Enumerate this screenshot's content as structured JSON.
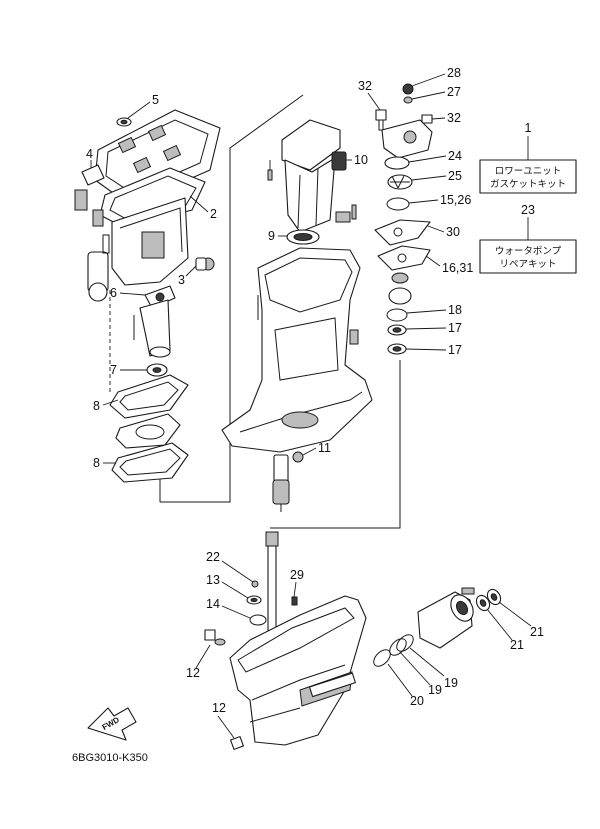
{
  "diagram_code": "6BG3010-K350",
  "fwd_label": "FWD",
  "kits": [
    {
      "ref": "1",
      "line1": "ロワーユニット",
      "line2": "ガスケットキット"
    },
    {
      "ref": "23",
      "line1": "ウォータポンプ",
      "line2": "リペアキット"
    }
  ],
  "callouts": {
    "c5": "5",
    "c4": "4",
    "c2": "2",
    "c3": "3",
    "c6": "6",
    "c7": "7",
    "c8a": "8",
    "c8b": "8",
    "c9": "9",
    "c10": "10",
    "c11": "11",
    "c32a": "32",
    "c28": "28",
    "c27": "27",
    "c32b": "32",
    "c24": "24",
    "c25": "25",
    "c1526": "15,26",
    "c30": "30",
    "c1631": "16,31",
    "c18": "18",
    "c17a": "17",
    "c17b": "17",
    "c22": "22",
    "c13": "13",
    "c29": "29",
    "c14": "14",
    "c12a": "12",
    "c12b": "12",
    "c20": "20",
    "c19a": "19",
    "c19b": "19",
    "c21a": "21",
    "c21b": "21"
  }
}
